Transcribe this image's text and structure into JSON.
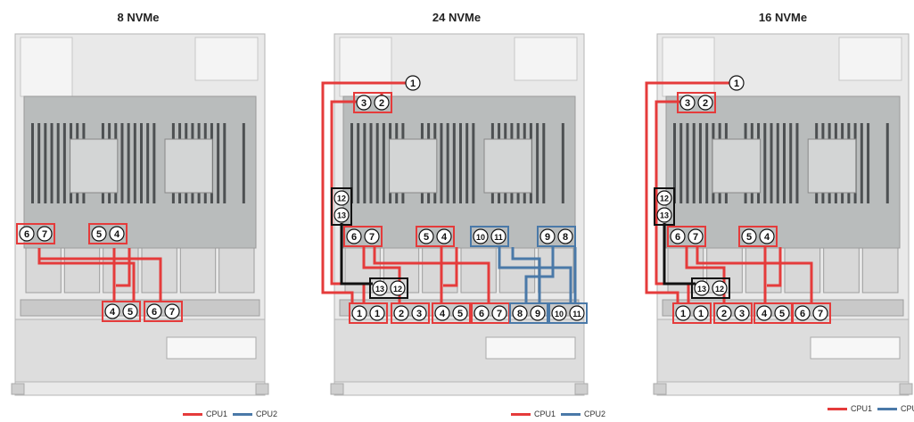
{
  "colors": {
    "cpu1": "#e53b3b",
    "cpu2": "#4a79a8",
    "black": "#111111",
    "node_text": "#111111"
  },
  "panels": [
    {
      "title": "8 NVMe",
      "left_groups": [
        {
          "nodes": [
            "6",
            "7"
          ],
          "color": "cpu1"
        },
        {
          "nodes": [
            "5",
            "4"
          ],
          "color": "cpu1"
        }
      ],
      "bottom_groups": [
        {
          "nodes": [
            "4",
            "5"
          ],
          "color": "cpu1"
        },
        {
          "nodes": [
            "6",
            "7"
          ],
          "color": "cpu1"
        }
      ]
    },
    {
      "title": "24 NVMe",
      "top_group": {
        "nodes": [
          "3",
          "2"
        ],
        "color": "cpu1"
      },
      "top_single": "1",
      "black_vertical": [
        "12",
        "13"
      ],
      "mid_groups": [
        {
          "nodes": [
            "6",
            "7"
          ],
          "color": "cpu1"
        },
        {
          "nodes": [
            "5",
            "4"
          ],
          "color": "cpu1"
        },
        {
          "nodes": [
            "10",
            "11"
          ],
          "color": "cpu2"
        },
        {
          "nodes": [
            "9",
            "8"
          ],
          "color": "cpu2"
        }
      ],
      "black_horizontal": [
        "13",
        "12"
      ],
      "bottom_groups": [
        {
          "nodes": [
            "1",
            "1"
          ],
          "color": "cpu1"
        },
        {
          "nodes": [
            "2",
            "3"
          ],
          "color": "cpu1"
        },
        {
          "nodes": [
            "4",
            "5"
          ],
          "color": "cpu1"
        },
        {
          "nodes": [
            "6",
            "7"
          ],
          "color": "cpu1"
        },
        {
          "nodes": [
            "8",
            "9"
          ],
          "color": "cpu2"
        },
        {
          "nodes": [
            "10",
            "11"
          ],
          "color": "cpu2"
        }
      ]
    },
    {
      "title": "16 NVMe",
      "top_group": {
        "nodes": [
          "3",
          "2"
        ],
        "color": "cpu1"
      },
      "top_single": "1",
      "black_vertical": [
        "12",
        "13"
      ],
      "mid_groups": [
        {
          "nodes": [
            "6",
            "7"
          ],
          "color": "cpu1"
        },
        {
          "nodes": [
            "5",
            "4"
          ],
          "color": "cpu1"
        }
      ],
      "black_horizontal": [
        "13",
        "12"
      ],
      "bottom_groups": [
        {
          "nodes": [
            "1",
            "1"
          ],
          "color": "cpu1"
        },
        {
          "nodes": [
            "2",
            "3"
          ],
          "color": "cpu1"
        },
        {
          "nodes": [
            "4",
            "5"
          ],
          "color": "cpu1"
        },
        {
          "nodes": [
            "6",
            "7"
          ],
          "color": "cpu1"
        }
      ]
    }
  ],
  "legend": {
    "cpu1": "CPU1",
    "cpu2": "CPU2"
  }
}
